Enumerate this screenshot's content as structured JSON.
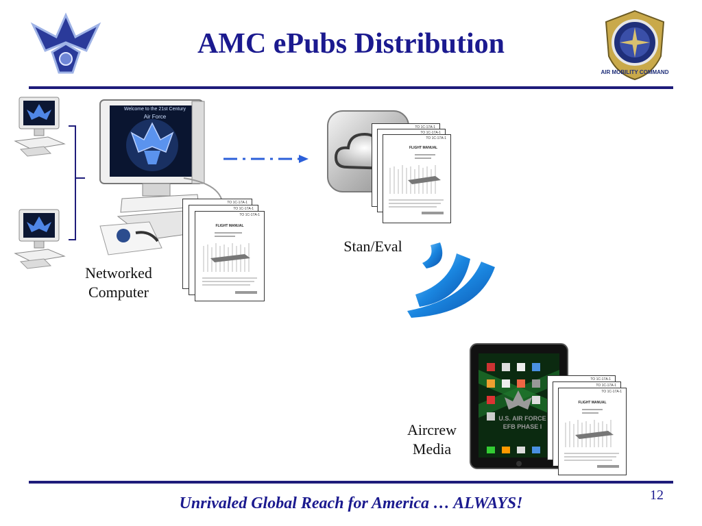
{
  "slide": {
    "title": "AMC ePubs Distribution",
    "footer": "Unrivaled Global Reach for America … ALWAYS!",
    "page_number": "12"
  },
  "labels": {
    "networked_computer_line1": "Networked",
    "networked_computer_line2": "Computer",
    "stan_eval": "Stan/Eval",
    "aircrew_line1": "Aircrew",
    "aircrew_line2": "Media"
  },
  "document": {
    "header_1": "TO 1C-17A-1",
    "header_2": "TO 1C-17A-1",
    "header_3": "TO 1C-17A-1",
    "title": "FLIGHT MANUAL"
  },
  "screens": {
    "monitor_text_1": "Welcome to the 21st Century",
    "monitor_text_2": "Air Force",
    "tablet_text_1": "U.S. AIR FORCE",
    "tablet_text_2": "EFB PHASE I"
  },
  "colors": {
    "title_blue": "#1b1a8f",
    "rule_navy": "#1e1c7a",
    "arrow_blue": "#2b5fd9",
    "wifi_blue": "#1a86e0"
  },
  "icons": [
    "air-force-logo-icon",
    "amc-emblem-icon",
    "cloud-icon",
    "wifi-icon",
    "tablet-icon",
    "monitor-icon"
  ]
}
